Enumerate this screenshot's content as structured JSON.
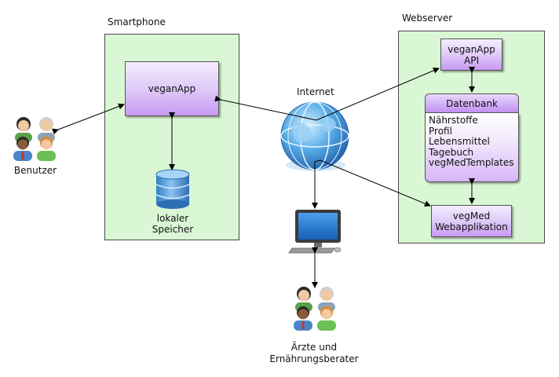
{
  "labels": {
    "smartphone": "Smartphone",
    "webserver": "Webserver",
    "internet": "Internet",
    "users": "Benutzer",
    "doctors_line1": "Ärzte und",
    "doctors_line2": "Ernährungsberater"
  },
  "smartphone": {
    "app": "veganApp",
    "storage_line1": "lokaler",
    "storage_line2": "Speicher"
  },
  "webserver": {
    "api_line1": "veganApp",
    "api_line2": "API",
    "database": {
      "title": "Datenbank",
      "tables": [
        "Nährstoffe",
        "Profil",
        "Lebensmittel",
        "Tagebuch",
        "vegMedTemplates"
      ]
    },
    "webapp_line1": "vegMed",
    "webapp_line2": "Webapplikation"
  },
  "icons": [
    "people-group-icon",
    "database-cylinder-icon",
    "globe-icon",
    "computer-monitor-icon"
  ],
  "colors": {
    "container_fill": "#d9f7d4",
    "box_fill": "#ddc6f8",
    "database_header": "#c190f1",
    "globe": "#3a8fd8"
  }
}
